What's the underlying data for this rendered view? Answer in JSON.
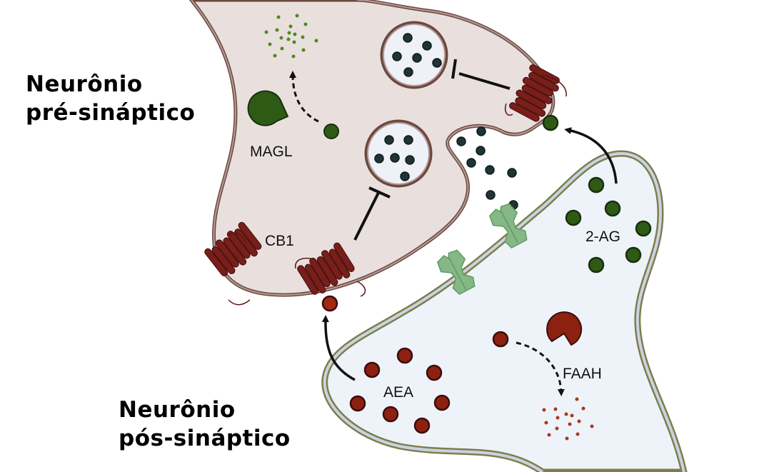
{
  "labels": {
    "presynaptic_line1": "Neurônio",
    "presynaptic_line2": "pré-sináptico",
    "postsynaptic_line1": "Neurônio",
    "postsynaptic_line2": "pós-sináptico",
    "magl": "MAGL",
    "cb1": "CB1",
    "two_ag": "2-AG",
    "aea": "AEA",
    "faah": "FAAH"
  },
  "colors": {
    "presynaptic_fill": "#e9e0de",
    "presynaptic_membrane": "#6b4a3c",
    "postsynaptic_fill": "#eef3f9",
    "postsynaptic_membrane": "#7f7d4a",
    "vesicle_fill": "#eef2f8",
    "neurotransmitter": "#1f3436",
    "receptor_cb1": "#7a1e1a",
    "two_ag_dot": "#2f5a16",
    "aea_dot": "#8c2112",
    "ion_channel": "#7fb07f",
    "magl_enzyme": "#2f5a16",
    "faah_enzyme": "#8c2112"
  }
}
